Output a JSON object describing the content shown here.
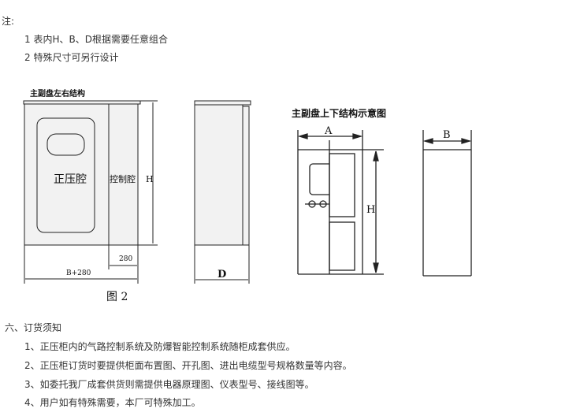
{
  "note": {
    "title": "注:",
    "items": [
      "1 表内H、B、D根据需要任意组合",
      "2 特殊尺寸可另行设计"
    ]
  },
  "diagram": {
    "left_title": "主副盘左右结构",
    "pressure_chamber": "正压腔",
    "control_chamber": "控制腔",
    "dim_h": "H",
    "dim_280": "280",
    "dim_b280": "B+280",
    "dim_d": "D",
    "caption": "图 2",
    "right_title": "主副盘上下结构示意图",
    "dim_a": "A",
    "dim_h2": "H",
    "dim_b": "B"
  },
  "order": {
    "title": "六、订货须知",
    "items": [
      "1、正压柜内的气路控制系统及防爆智能控制系统随柜成套供应。",
      "2、正压柜订货时要提供柜面布置图、开孔图、进出电缆型号规格数量等内容。",
      "3、如委托我厂成套供货则需提供电器原理图、仪表型号、接线图等。",
      "4、用户如有特殊需要，本厂可特殊加工。"
    ]
  }
}
